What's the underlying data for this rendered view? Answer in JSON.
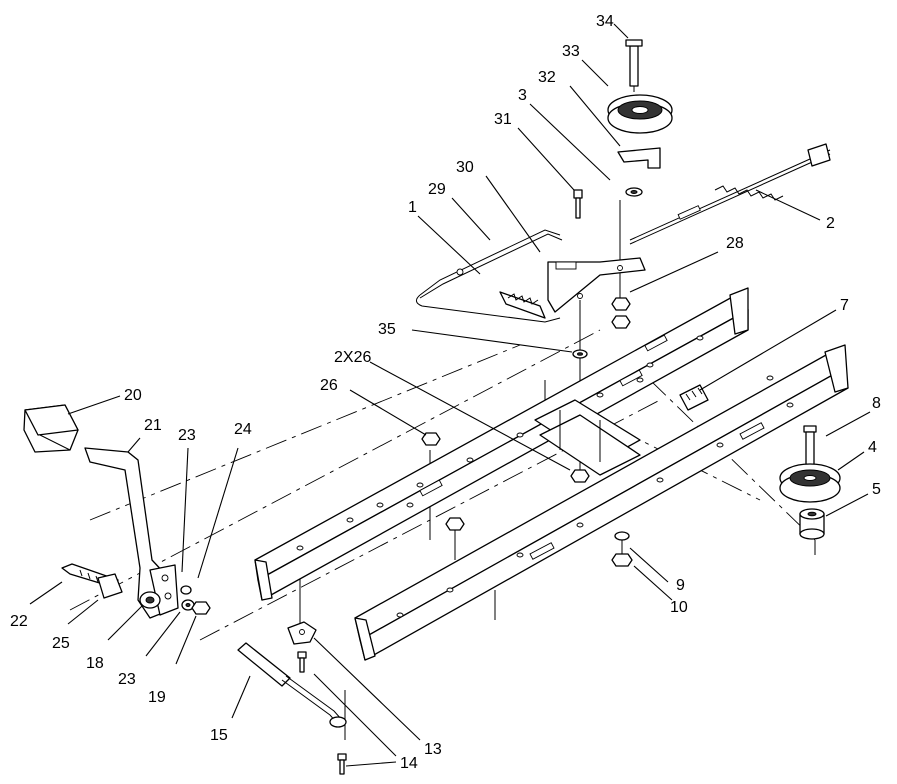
{
  "callouts": [
    {
      "id": "c34",
      "text": "34"
    },
    {
      "id": "c33",
      "text": "33"
    },
    {
      "id": "c32",
      "text": "32"
    },
    {
      "id": "c3",
      "text": "3"
    },
    {
      "id": "c31",
      "text": "31"
    },
    {
      "id": "c30",
      "text": "30"
    },
    {
      "id": "c29",
      "text": "29"
    },
    {
      "id": "c1",
      "text": "1"
    },
    {
      "id": "c2",
      "text": "2"
    },
    {
      "id": "c28",
      "text": "28"
    },
    {
      "id": "c7",
      "text": "7"
    },
    {
      "id": "c35",
      "text": "35"
    },
    {
      "id": "c2x26",
      "text": "2X26"
    },
    {
      "id": "c26",
      "text": "26"
    },
    {
      "id": "c8",
      "text": "8"
    },
    {
      "id": "c4",
      "text": "4"
    },
    {
      "id": "c5",
      "text": "5"
    },
    {
      "id": "c20",
      "text": "20"
    },
    {
      "id": "c21",
      "text": "21"
    },
    {
      "id": "c23a",
      "text": "23"
    },
    {
      "id": "c24",
      "text": "24"
    },
    {
      "id": "c9",
      "text": "9"
    },
    {
      "id": "c10",
      "text": "10"
    },
    {
      "id": "c22",
      "text": "22"
    },
    {
      "id": "c25",
      "text": "25"
    },
    {
      "id": "c18",
      "text": "18"
    },
    {
      "id": "c23b",
      "text": "23"
    },
    {
      "id": "c19",
      "text": "19"
    },
    {
      "id": "c15",
      "text": "15"
    },
    {
      "id": "c13",
      "text": "13"
    },
    {
      "id": "c14",
      "text": "14"
    }
  ]
}
